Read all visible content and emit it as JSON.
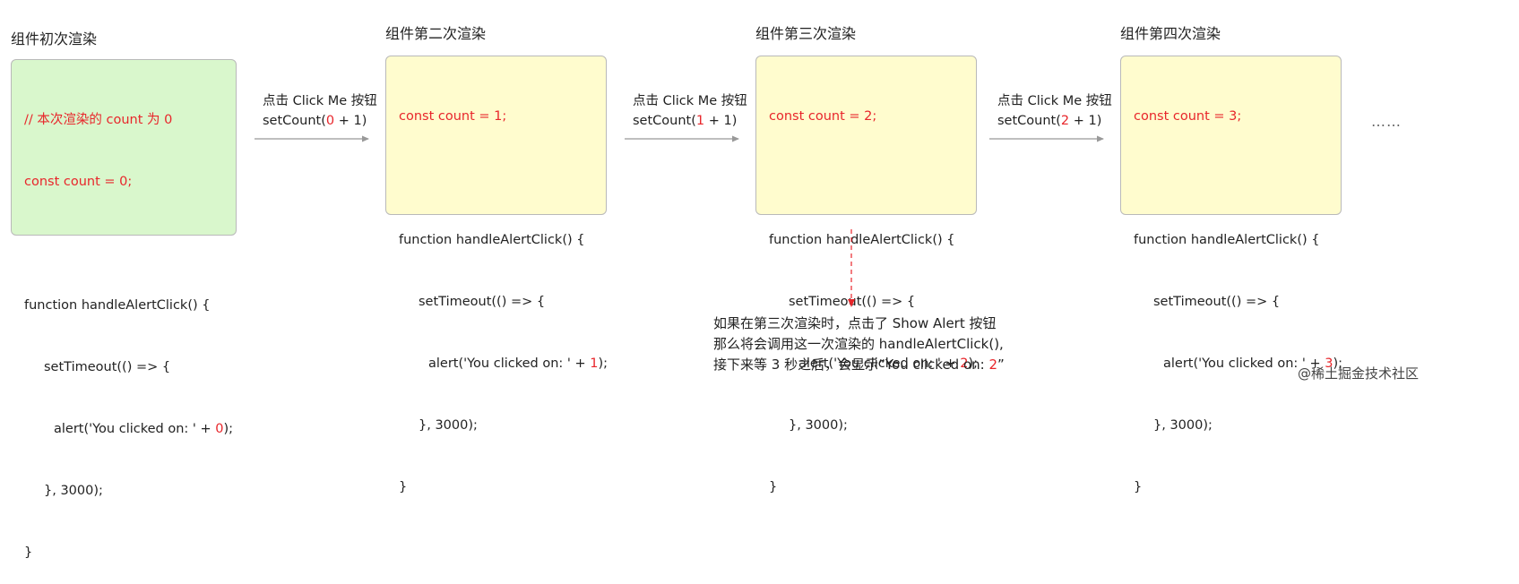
{
  "stages": [
    {
      "title": "组件初次渲染",
      "comment": "// 本次渲染的 count 为 0",
      "const_line": "const count = 0;",
      "value": "0"
    },
    {
      "title": "组件第二次渲染",
      "const_line": "const count = 1;",
      "value": "1"
    },
    {
      "title": "组件第三次渲染",
      "const_line": "const count = 2;",
      "value": "2"
    },
    {
      "title": "组件第四次渲染",
      "const_line": "const count = 3;",
      "value": "3"
    }
  ],
  "code": {
    "func": "function handleAlertClick() {",
    "timeout": "setTimeout(() => {",
    "alert_pre": "alert('You clicked on: ' + ",
    "alert_post": ");",
    "close_timeout": "}, 3000);",
    "close_func": "}"
  },
  "transitions": [
    {
      "label": "点击 Click Me 按钮",
      "pre": "setCount(",
      "num": "0",
      "post": " + 1)"
    },
    {
      "label": "点击 Click Me 按钮",
      "pre": "setCount(",
      "num": "1",
      "post": " + 1)"
    },
    {
      "label": "点击 Click Me 按钮",
      "pre": "setCount(",
      "num": "2",
      "post": " + 1)"
    }
  ],
  "ellipsis": "……",
  "caption": {
    "line1": "如果在第三次渲染时，点击了 Show Alert 按钮",
    "line2": "那么将会调用这一次渲染的 handleAlertClick(),",
    "line3_pre": "接下来等 3 秒之后，会显示“You clicked on:  ",
    "line3_num": "2",
    "line3_post": "”"
  },
  "watermark": "@稀土掘金技术社区",
  "colors": {
    "highlight": "#e8262b",
    "first_box": "#d9f7cc",
    "other_box": "#fffcce",
    "arrow": "#999999"
  }
}
